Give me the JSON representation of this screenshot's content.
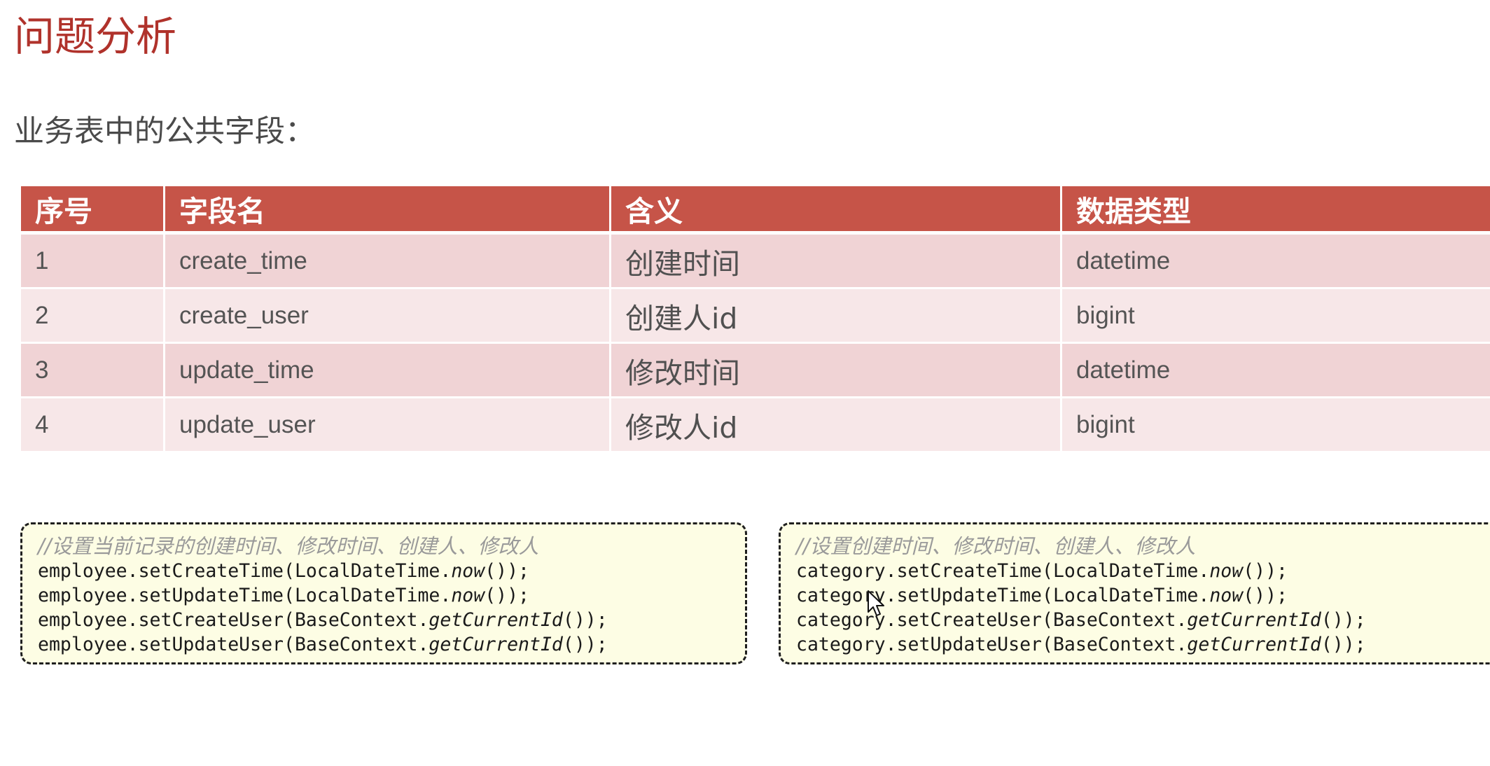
{
  "title": "问题分析",
  "subtitle": "业务表中的公共字段：",
  "table": {
    "headers": [
      "序号",
      "字段名",
      "含义",
      "数据类型"
    ],
    "rows": [
      [
        "1",
        "create_time",
        "创建时间",
        "datetime"
      ],
      [
        "2",
        "create_user",
        "创建人id",
        "bigint"
      ],
      [
        "3",
        "update_time",
        "修改时间",
        "datetime"
      ],
      [
        "4",
        "update_user",
        "修改人id",
        "bigint"
      ]
    ]
  },
  "code_left": {
    "comment": "//设置当前记录的创建时间、修改时间、创建人、修改人",
    "lines": [
      {
        "pre": "employee.setCreateTime(LocalDateTime.",
        "ital": "now",
        "post": "());"
      },
      {
        "pre": "employee.setUpdateTime(LocalDateTime.",
        "ital": "now",
        "post": "());"
      },
      {
        "pre": "employee.setCreateUser(BaseContext.",
        "ital": "getCurrentId",
        "post": "());"
      },
      {
        "pre": "employee.setUpdateUser(BaseContext.",
        "ital": "getCurrentId",
        "post": "());"
      }
    ]
  },
  "code_right": {
    "comment": "//设置创建时间、修改时间、创建人、修改人",
    "lines": [
      {
        "pre": "category.setCreateTime(LocalDateTime.",
        "ital": "now",
        "post": "());"
      },
      {
        "pre": "category.setUpdateTime(LocalDateTime.",
        "ital": "now",
        "post": "());"
      },
      {
        "pre": "category.setCreateUser(BaseContext.",
        "ital": "getCurrentId",
        "post": "());"
      },
      {
        "pre": "category.setUpdateUser(BaseContext.",
        "ital": "getCurrentId",
        "post": "());"
      }
    ]
  },
  "colors": {
    "title": "#b0322b",
    "table_header": "#c65448",
    "row_odd": "#f0d3d5",
    "row_even": "#f7e7e8",
    "code_background": "#fdfde4"
  },
  "icons": {
    "cursor": "mouse-pointer-icon"
  }
}
